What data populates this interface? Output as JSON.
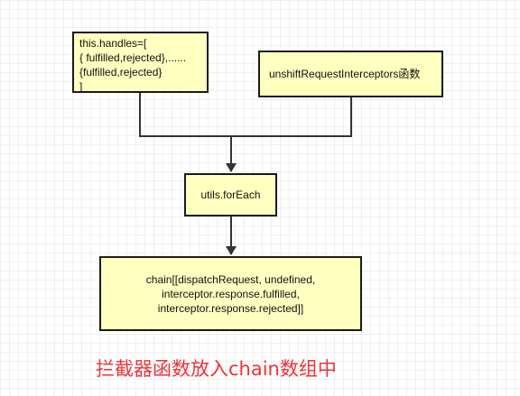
{
  "diagram": {
    "nodes": {
      "handles": {
        "lines": [
          "this.handles=[",
          "{ fulfilled,rejected},......",
          "{fulfilled,rejected}",
          "]"
        ]
      },
      "unshift": {
        "label": "unshiftRequestInterceptors函数"
      },
      "foreach": {
        "label": "utils.forEach"
      },
      "chain": {
        "lines": [
          "chain[[dispatchRequest, undefined,",
          "interceptor.response.fulfilled,",
          "interceptor.response.rejected]]"
        ]
      }
    },
    "caption": "拦截器函数放入chain数组中",
    "colors": {
      "node_fill": "#ffffc0",
      "node_border": "#1a1a1a",
      "connector": "#333333",
      "caption": "#e8353a",
      "grid": "#efefef"
    }
  }
}
